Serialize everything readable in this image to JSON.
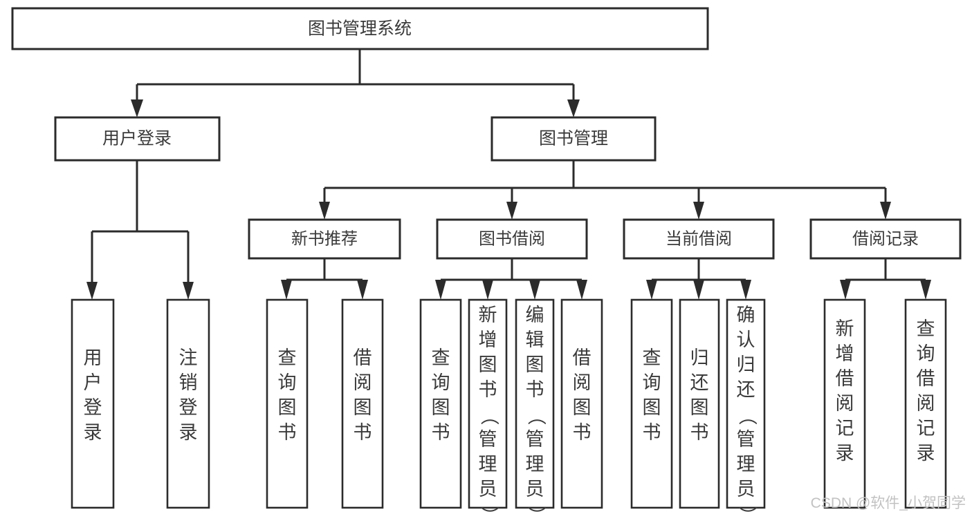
{
  "diagram": {
    "type": "tree-hierarchy-functional-structure",
    "title_text": "图书管理系统",
    "root": {
      "id": "root",
      "label": "图书管理系统"
    },
    "level1": [
      {
        "id": "user-login",
        "label": "用户登录"
      },
      {
        "id": "book-management",
        "label": "图书管理"
      }
    ],
    "level2": [
      {
        "id": "new-book-recommend",
        "label": "新书推荐",
        "parent": "book-management"
      },
      {
        "id": "book-borrow",
        "label": "图书借阅",
        "parent": "book-management"
      },
      {
        "id": "current-borrow",
        "label": "当前借阅",
        "parent": "book-management"
      },
      {
        "id": "borrow-record",
        "label": "借阅记录",
        "parent": "book-management"
      }
    ],
    "leaves": [
      {
        "id": "leaf-user-login",
        "label": "用户登录",
        "parent": "user-login"
      },
      {
        "id": "leaf-logout-login",
        "label": "注销登录",
        "parent": "user-login"
      },
      {
        "id": "leaf-query-book-1",
        "label": "查询图书",
        "parent": "new-book-recommend"
      },
      {
        "id": "leaf-borrow-book-1",
        "label": "借阅图书",
        "parent": "new-book-recommend"
      },
      {
        "id": "leaf-query-book-2",
        "label": "查询图书",
        "parent": "book-borrow"
      },
      {
        "id": "leaf-add-book",
        "label": "新增图书（管理员）",
        "parent": "book-borrow"
      },
      {
        "id": "leaf-edit-book",
        "label": "编辑图书（管理员）",
        "parent": "book-borrow"
      },
      {
        "id": "leaf-borrow-book-2",
        "label": "借阅图书",
        "parent": "book-borrow"
      },
      {
        "id": "leaf-query-book-3",
        "label": "查询图书",
        "parent": "current-borrow"
      },
      {
        "id": "leaf-return-book",
        "label": "归还图书",
        "parent": "current-borrow"
      },
      {
        "id": "leaf-confirm-return",
        "label": "确认归还（管理员）",
        "parent": "current-borrow"
      },
      {
        "id": "leaf-add-record",
        "label": "新增借阅记录",
        "parent": "borrow-record"
      },
      {
        "id": "leaf-query-record",
        "label": "查询借阅记录",
        "parent": "borrow-record"
      }
    ],
    "colors": {
      "box_stroke": "#2b2b2b",
      "box_fill": "#ffffff",
      "text": "#3a3a3a",
      "connector": "#2b2b2b",
      "background": "#ffffff",
      "watermark": "#c2c2c2"
    }
  },
  "watermark": {
    "label": "CSDN @软件_小贺同学"
  }
}
